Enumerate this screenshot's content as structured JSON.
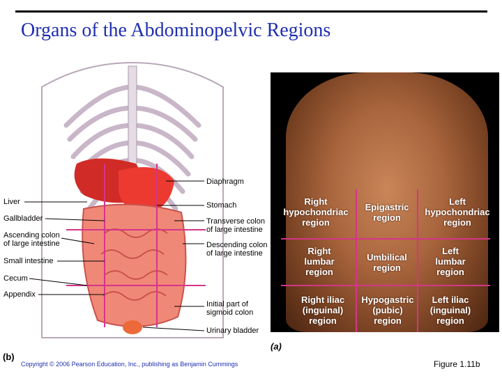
{
  "title": "Organs of the Abdominopelvic Regions",
  "left_labels": {
    "liver": "Liver",
    "gallbladder": "Gallbladder",
    "ascending_colon_1": "Ascending colon",
    "ascending_colon_2": "of large intestine",
    "small_intestine": "Small intestine",
    "cecum": "Cecum",
    "appendix": "Appendix"
  },
  "right_labels": {
    "diaphragm": "Diaphragm",
    "stomach": "Stomach",
    "transverse_colon_1": "Transverse colon",
    "transverse_colon_2": "of large intestine",
    "descending_colon_1": "Descending colon",
    "descending_colon_2": "of large intestine",
    "sigmoid_colon_1": "Initial part of",
    "sigmoid_colon_2": "sigmoid colon",
    "urinary_bladder": "Urinary bladder"
  },
  "regions": [
    [
      "Right",
      "hypochondriac",
      "region"
    ],
    [
      "Epigastric",
      "region"
    ],
    [
      "Left",
      "hypochondriac",
      "region"
    ],
    [
      "Right",
      "lumbar",
      "region"
    ],
    [
      "Umbilical",
      "region"
    ],
    [
      "Left",
      "lumbar",
      "region"
    ],
    [
      "Right iliac",
      "(inguinal)",
      "region"
    ],
    [
      "Hypogastric",
      "(pubic)",
      "region"
    ],
    [
      "Left iliac",
      "(inguinal)",
      "region"
    ]
  ],
  "panel_a": "(a)",
  "panel_b": "(b)",
  "copyright": "Copyright © 2006 Pearson Education, Inc., publishing as Benjamin Cummings",
  "figure": "Figure 1.11b",
  "colors": {
    "title": "#1f2fb0",
    "grid": "#d4358a",
    "organ_red": "#e0302a",
    "intestine": "#f07a6a"
  }
}
